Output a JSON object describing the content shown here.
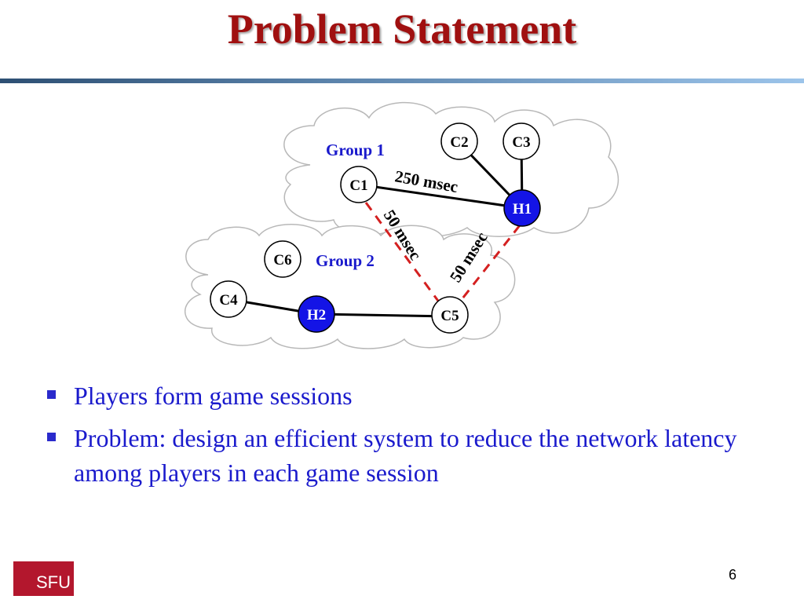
{
  "slide": {
    "title": "Problem Statement",
    "page_number": "6",
    "logo_text": "SFU"
  },
  "diagram": {
    "groups": [
      {
        "label": "Group 1",
        "color": "#1a1acc"
      },
      {
        "label": "Group 2",
        "color": "#1a1acc"
      }
    ],
    "nodes": [
      {
        "id": "C1",
        "kind": "client"
      },
      {
        "id": "C2",
        "kind": "client"
      },
      {
        "id": "C3",
        "kind": "client"
      },
      {
        "id": "C4",
        "kind": "client"
      },
      {
        "id": "C5",
        "kind": "client"
      },
      {
        "id": "C6",
        "kind": "client"
      },
      {
        "id": "H1",
        "kind": "host",
        "color": "#1414e6"
      },
      {
        "id": "H2",
        "kind": "host",
        "color": "#1414e6"
      }
    ],
    "links": [
      {
        "from": "C1",
        "to": "H1",
        "style": "solid",
        "label": "250 msec"
      },
      {
        "from": "C2",
        "to": "H1",
        "style": "solid"
      },
      {
        "from": "C3",
        "to": "H1",
        "style": "solid"
      },
      {
        "from": "C4",
        "to": "H2",
        "style": "solid"
      },
      {
        "from": "H2",
        "to": "C5",
        "style": "solid"
      },
      {
        "from": "C1",
        "to": "C5",
        "style": "dashed",
        "color": "#d42020",
        "label": "50 msec"
      },
      {
        "from": "H1",
        "to": "C5",
        "style": "dashed",
        "color": "#d42020",
        "label": "50 msec"
      }
    ]
  },
  "bullets": [
    {
      "text": "Players form game sessions"
    },
    {
      "text": "Problem: design an efficient system to reduce the network latency among players in each game session"
    }
  ],
  "colors": {
    "title": "#a01010",
    "bullet_text": "#1a1acc",
    "logo_bg": "#b3172d"
  }
}
